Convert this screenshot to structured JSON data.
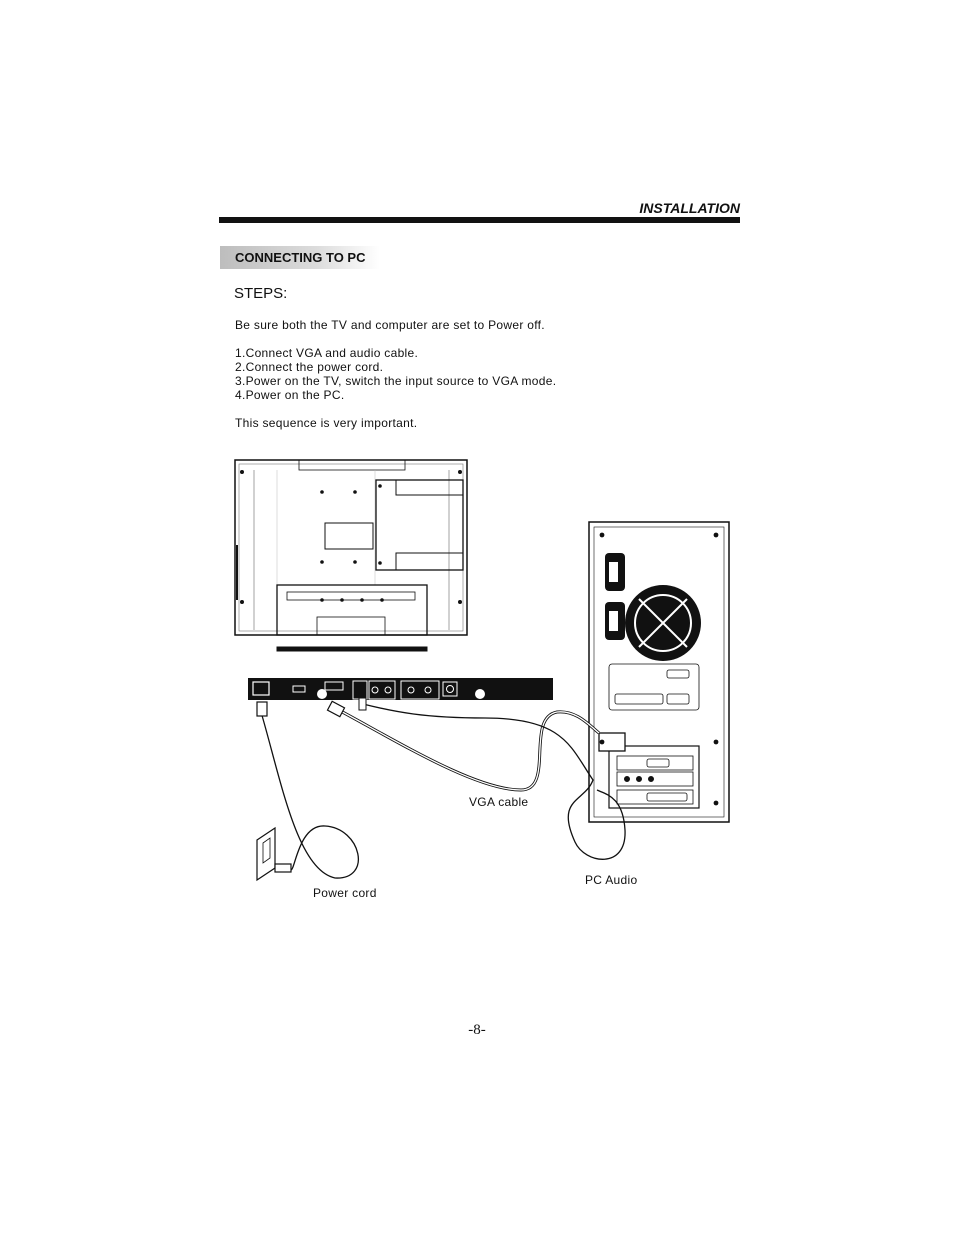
{
  "header": {
    "section": "INSTALLATION"
  },
  "section": {
    "title": "CONNECTING TO PC"
  },
  "steps": {
    "heading": "STEPS:",
    "intro": "Be sure both the TV and computer are set to  Power off.",
    "items": [
      "1.Connect VGA  and audio cable.",
      "2.Connect the power cord.",
      "3.Power on the TV, switch  the input source to VGA mode.",
      "4.Power on the PC."
    ],
    "note": "This sequence is very important."
  },
  "diagram": {
    "labels": {
      "vga_cable": "VGA cable",
      "pc_audio": "PC Audio",
      "power_cord": "Power cord"
    }
  },
  "footer": {
    "page_number": "-8-"
  }
}
